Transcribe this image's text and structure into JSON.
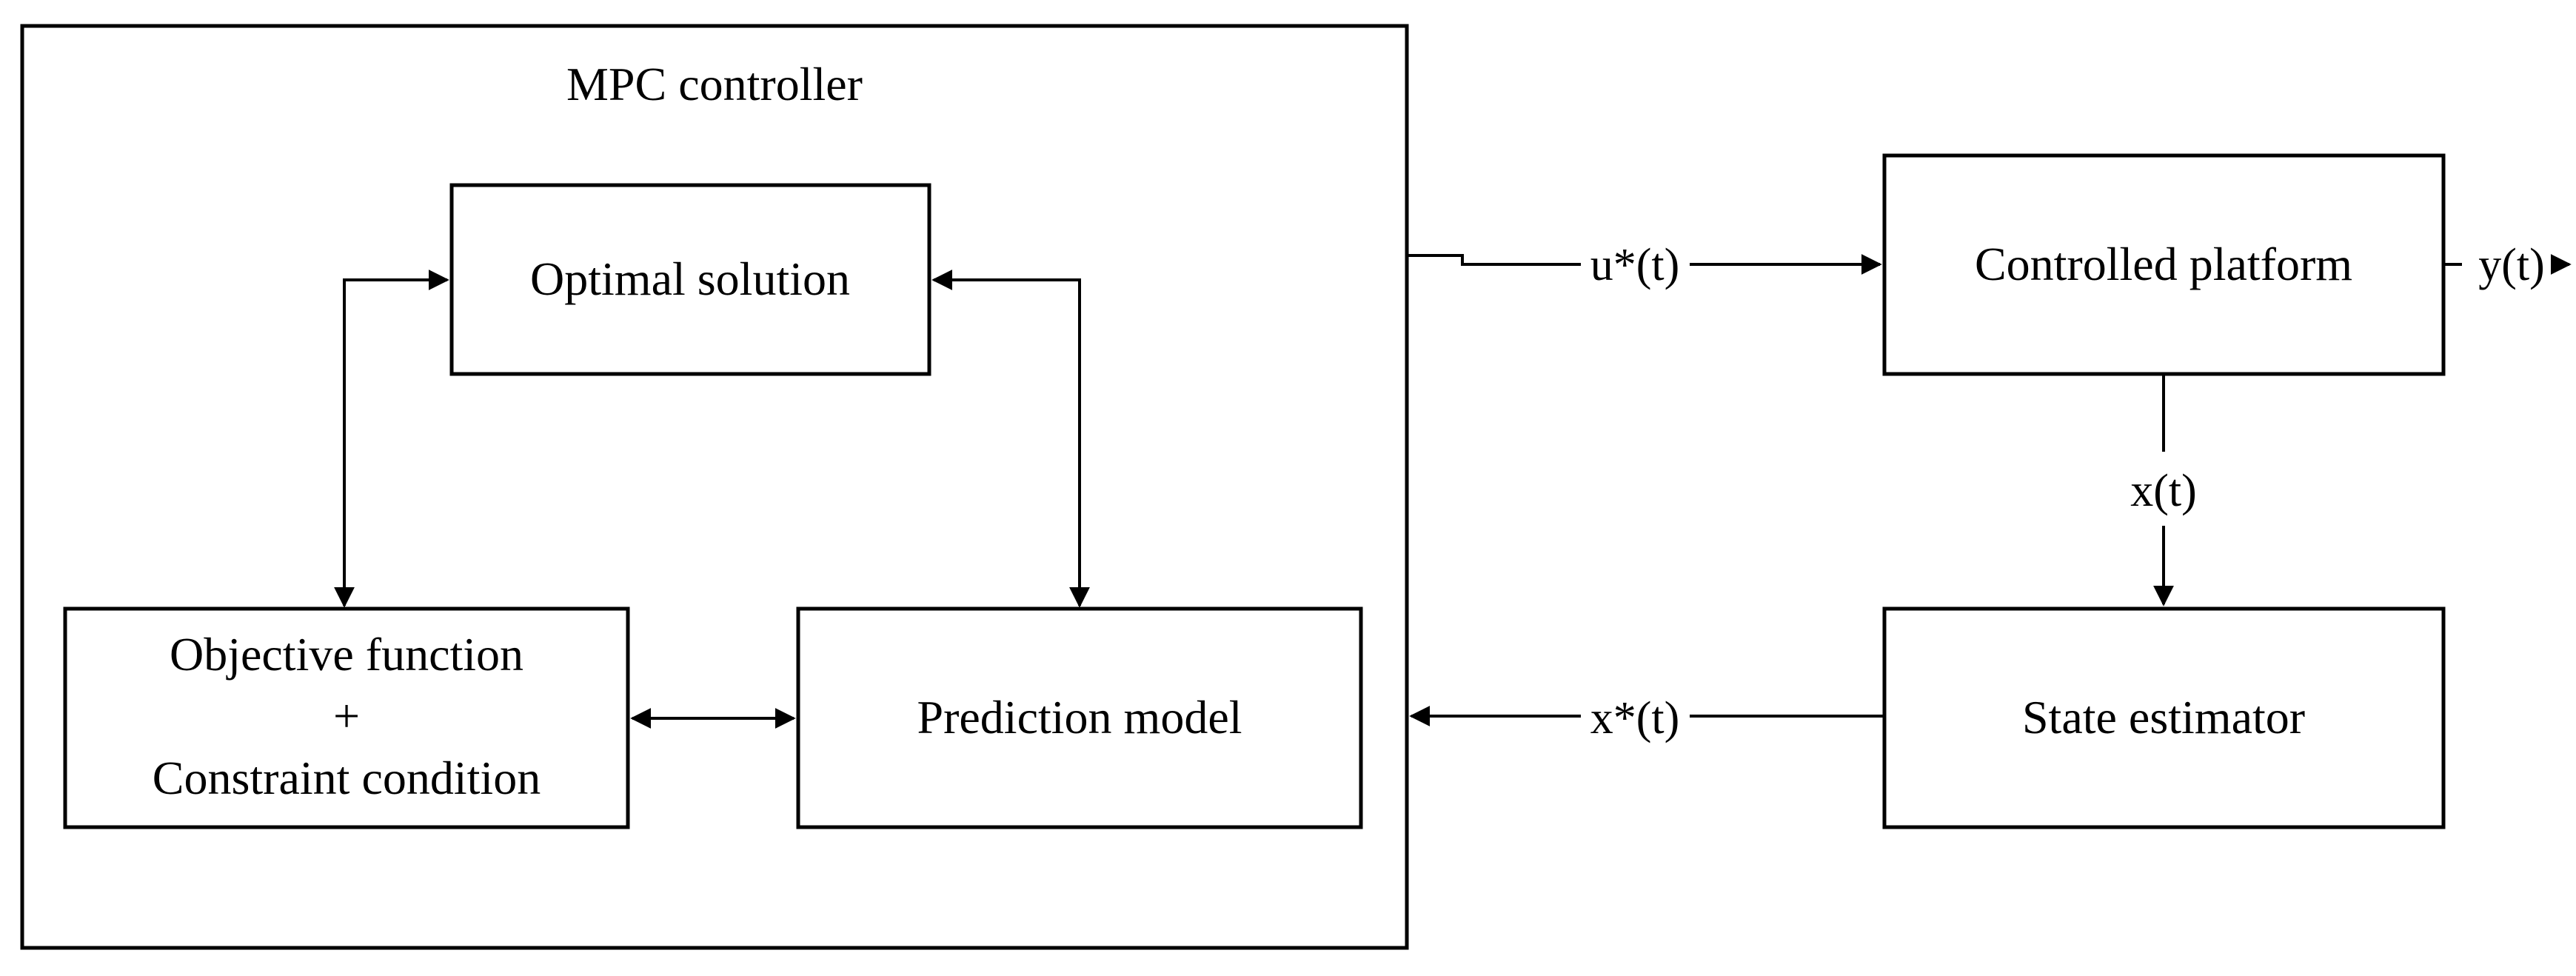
{
  "diagram": {
    "container_title": "MPC controller",
    "blocks": {
      "optimal_solution": "Optimal solution",
      "objective_line1": "Objective function",
      "objective_plus": "+",
      "objective_line2": "Constraint condition",
      "prediction_model": "Prediction model",
      "controlled_platform": "Controlled platform",
      "state_estimator": "State estimator"
    },
    "signals": {
      "u_star": "u*(t)",
      "y": "y(t)",
      "x": "x(t)",
      "x_star": "x*(t)"
    },
    "colors": {
      "stroke": "#000000",
      "background": "#ffffff"
    }
  }
}
